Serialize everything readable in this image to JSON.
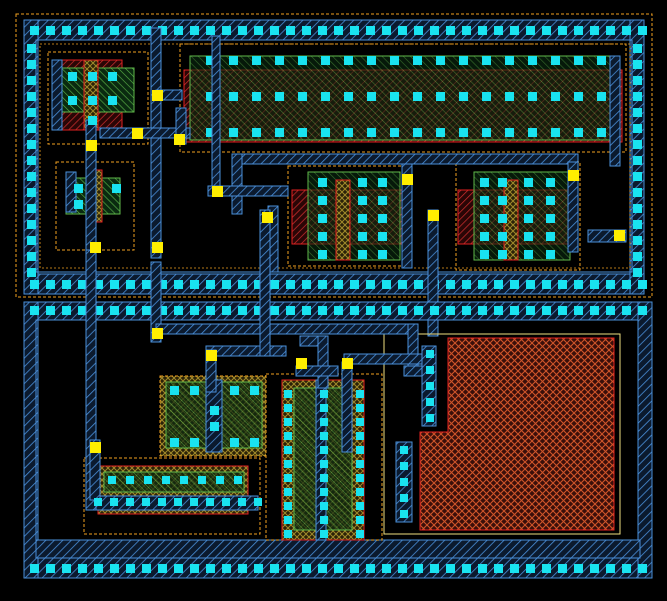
{
  "title": "",
  "colors": {
    "background": "#000000",
    "metal1": "#4a8fd9",
    "diffusion": "#5fb84a",
    "poly": "#e02020",
    "contact": "#19e3f0",
    "via": "#ffee00",
    "nwell_outline": "#f0a020",
    "poly_fill": "#c83a2a"
  },
  "layers": [
    "metal1",
    "diffusion",
    "poly",
    "contact",
    "via",
    "nwell",
    "pwell"
  ],
  "cells": [
    "top-power-ring",
    "bottom-power-ring",
    "pmos-array",
    "nmos-pair-left",
    "nmos-pair-right",
    "capacitor-block"
  ]
}
